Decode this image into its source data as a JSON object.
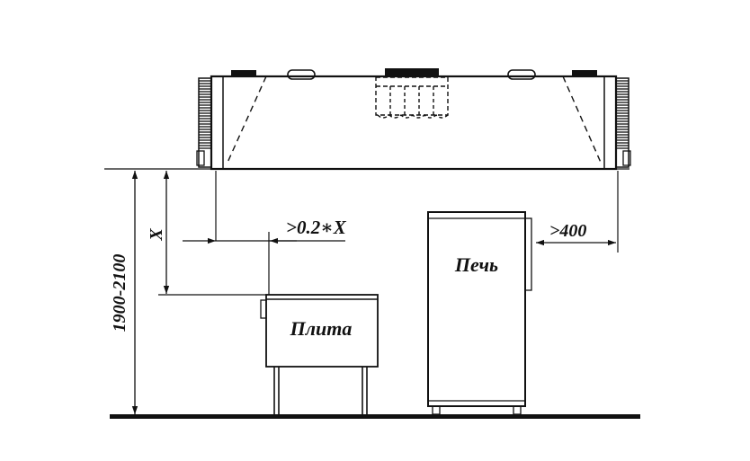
{
  "labels": {
    "hood_height": "1900-2100",
    "x_distance": "X",
    "stove_offset": ">0.2∗X",
    "oven_offset": ">400",
    "stove": "Плита",
    "oven": "Печь"
  },
  "colors": {
    "line": "#111111",
    "background": "#ffffff"
  }
}
